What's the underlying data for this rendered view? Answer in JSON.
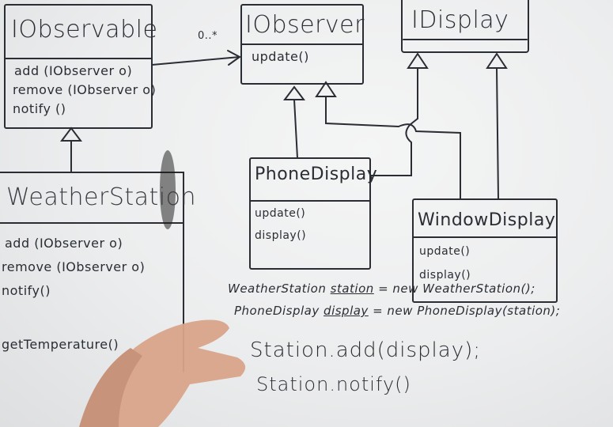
{
  "diagram": {
    "iobservable": {
      "title": "IObservable",
      "methods": [
        "add (IObserver o)",
        "remove (IObserver o)",
        "notify ()"
      ]
    },
    "association_label": "0..*",
    "iobserver": {
      "title": "IObserver",
      "methods": [
        "update()"
      ]
    },
    "idisplay": {
      "title": "IDisplay"
    },
    "weatherstation": {
      "title": "WeatherStation",
      "methods": [
        "add (IObserver o)",
        "remove (IObserver o)",
        "notify()",
        "getTemperature()"
      ]
    },
    "phonedisplay": {
      "title": "PhoneDisplay",
      "methods": [
        "update()",
        "display()"
      ]
    },
    "windowdisplay": {
      "title": "WindowDisplay",
      "methods": [
        "update()",
        "display()"
      ]
    }
  },
  "code": {
    "line1_type": "WeatherStation",
    "line1_var": "station",
    "line1_rest": "= new WeatherStation();",
    "line2_type": "PhoneDisplay",
    "line2_var": "display",
    "line2_rest": "= new PhoneDisplay(station);",
    "line3": "Station.add(display);",
    "line4": "Station.notify()"
  },
  "colors": {
    "ink": "#2a2d33",
    "board": "#ecedee",
    "skin": "#d9a58a"
  }
}
